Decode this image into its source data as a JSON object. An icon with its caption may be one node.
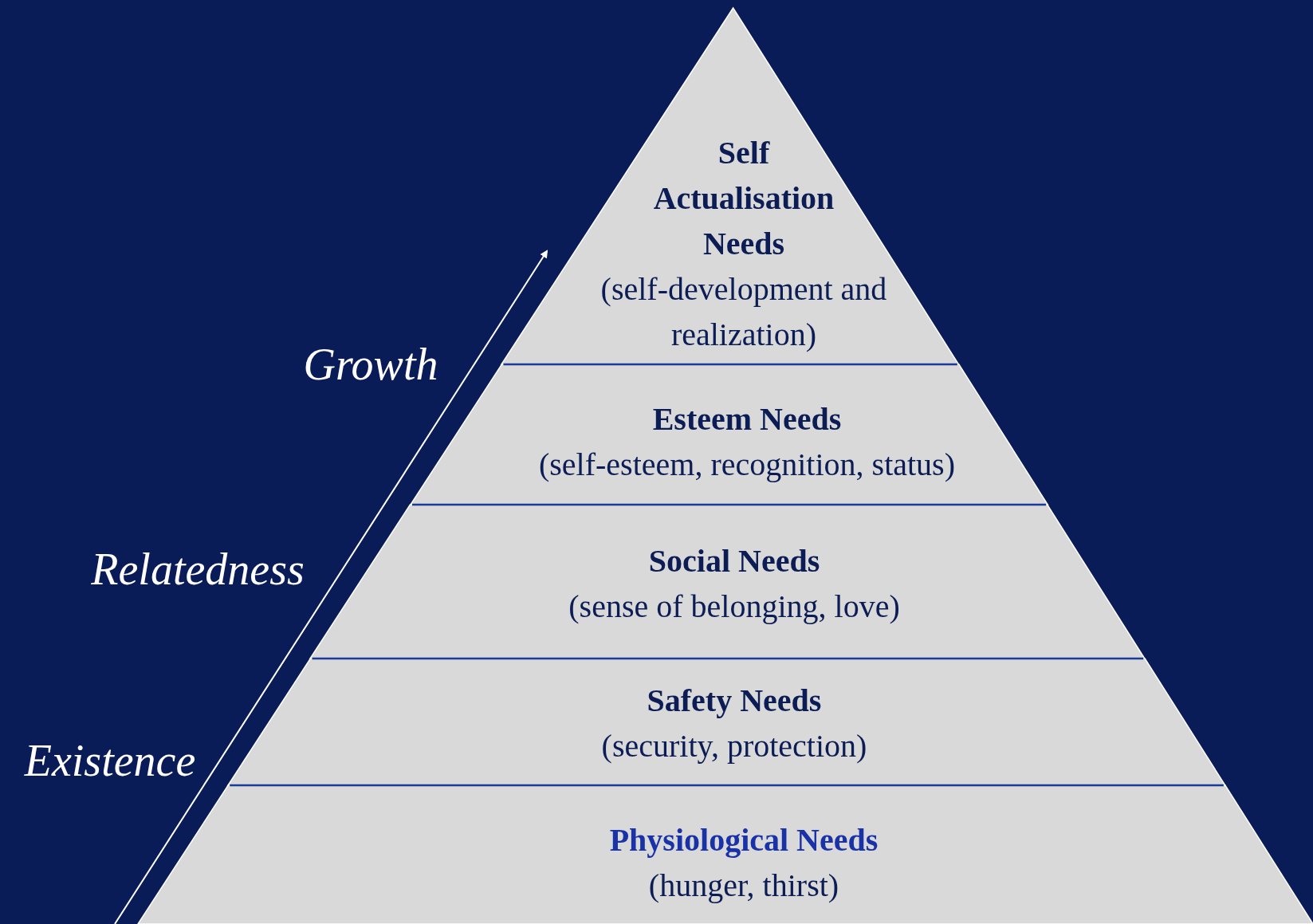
{
  "diagram": {
    "nodes": [
      {
        "text": [
          "Self Actualisation Needs",
          "(self-development and realization)"
        ]
      },
      {
        "text": [
          "Esteem Needs",
          "(self-esteem, recognition, status)"
        ]
      },
      {
        "text": [
          "Social Needs",
          "(sense of belonging, love)"
        ]
      },
      {
        "text": [
          "Safety Needs",
          "(security, protection)"
        ]
      },
      {
        "text": [
          "Physiological Needs",
          "(hunger, thirst)"
        ]
      }
    ],
    "labels": [
      "Growth",
      "Relatedness",
      "Existence"
    ]
  }
}
